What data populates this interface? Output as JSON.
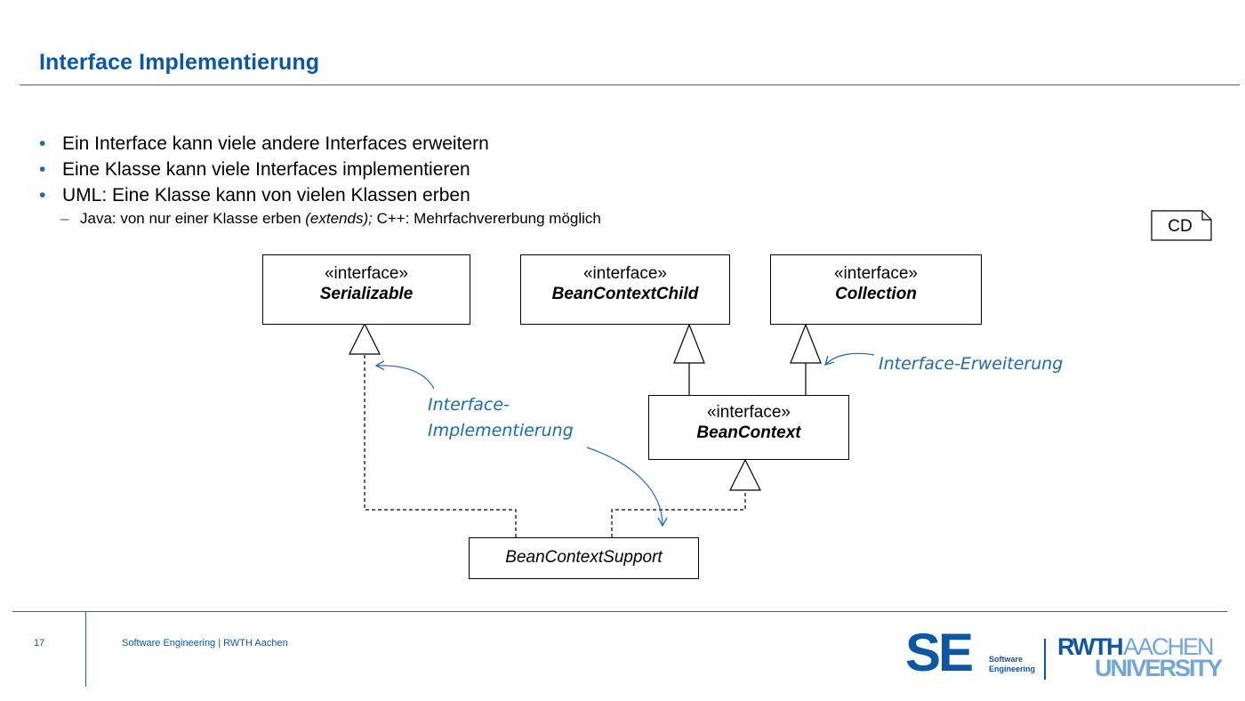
{
  "slide": {
    "title": "Interface Implementierung",
    "page_number": "17",
    "footer": "Software Engineering  |  RWTH Aachen"
  },
  "bullets": [
    "Ein Interface kann viele andere Interfaces erweitern",
    "Eine Klasse kann viele Interfaces implementieren",
    "UML: Eine Klasse kann von vielen Klassen erben"
  ],
  "sub_bullet": {
    "part1": "Java: von nur einer Klasse erben ",
    "part2": "(extends);",
    "part3": " C++: Mehrfachvererbung möglich"
  },
  "diagram": {
    "tag": "CD",
    "stereotype": "«interface»",
    "classes": {
      "serializable": "Serializable",
      "bean_context_child": "BeanContextChild",
      "collection": "Collection",
      "bean_context": "BeanContext",
      "bean_context_support": "BeanContextSupport"
    },
    "notes": {
      "implementation_line1": "Interface-",
      "implementation_line2": "Implementierung",
      "extension": "Interface-Erweiterung"
    }
  },
  "logos": {
    "se_mark": "SE",
    "se_line1": "Software",
    "se_line2": "Engineering",
    "rwth": "RWTH",
    "aachen": "AACHEN",
    "university": "UNIVERSITY"
  },
  "colors": {
    "accent": "#1a6bb3",
    "title": "#0b57a4",
    "logo_light": "#6fa7dc"
  }
}
